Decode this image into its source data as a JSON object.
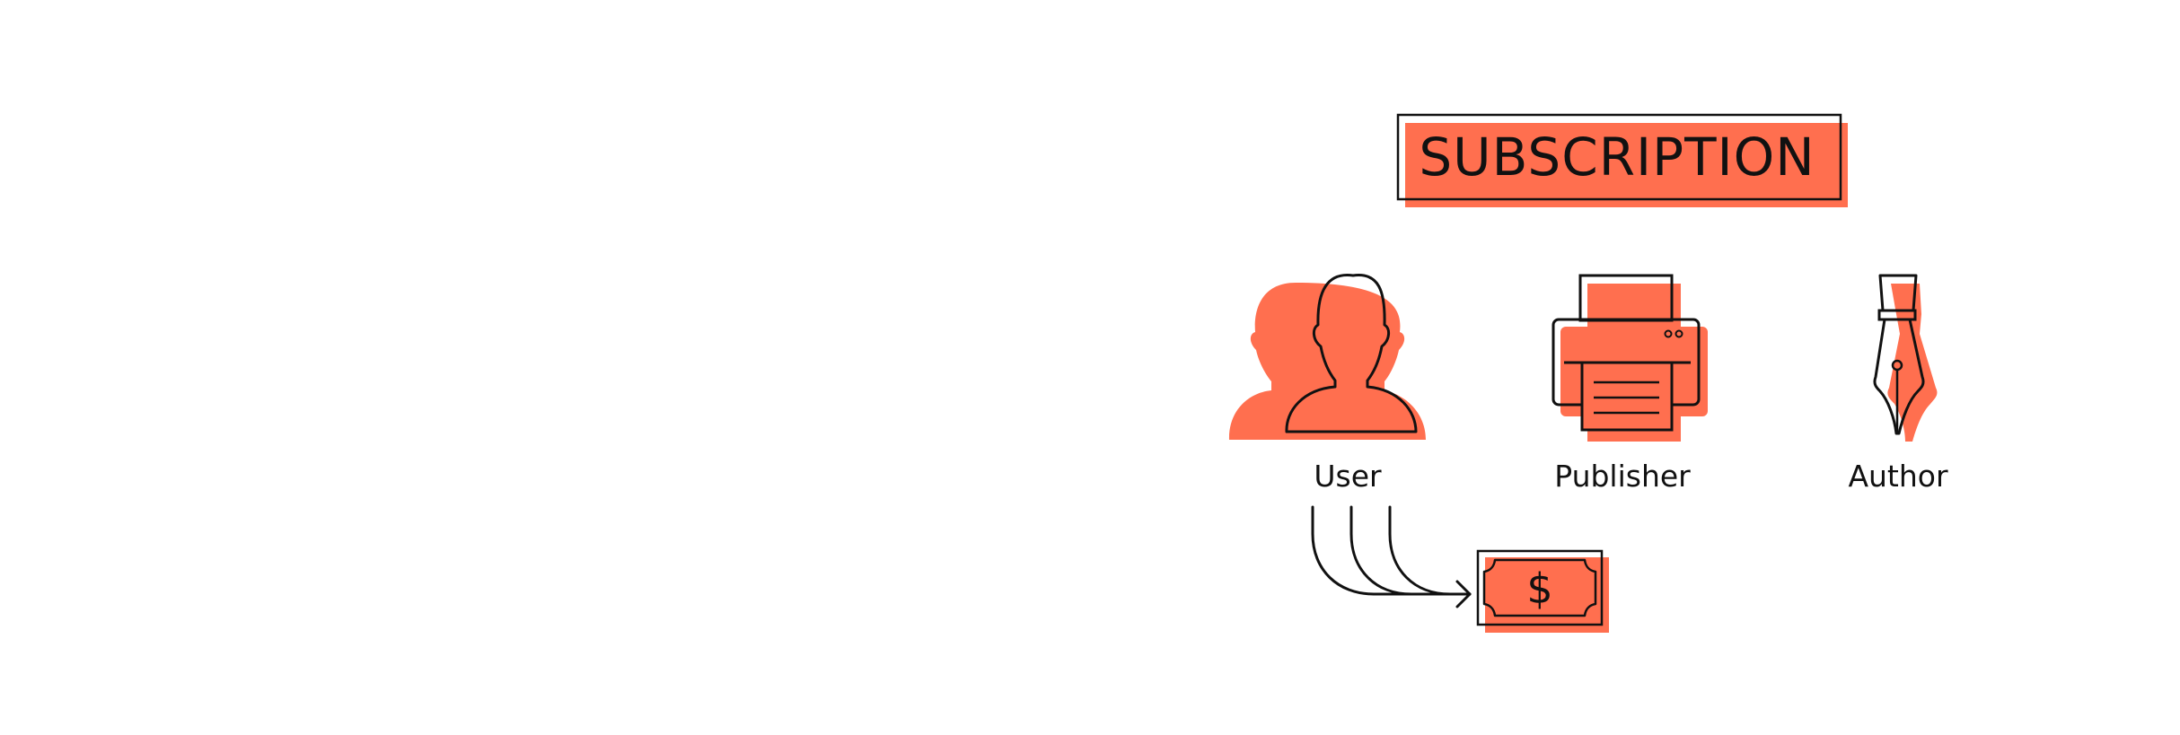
{
  "title": "SUBSCRIPTION",
  "roles": [
    {
      "label": "User",
      "icon": "user-icon"
    },
    {
      "label": "Publisher",
      "icon": "printer-icon"
    },
    {
      "label": "Author",
      "icon": "fountain-pen-icon"
    }
  ],
  "money": {
    "symbol": "$",
    "icon": "dollar-bill-icon"
  },
  "colors": {
    "accent": "#FF6F4F",
    "ink": "#111111",
    "background": "#FFFFFF"
  }
}
